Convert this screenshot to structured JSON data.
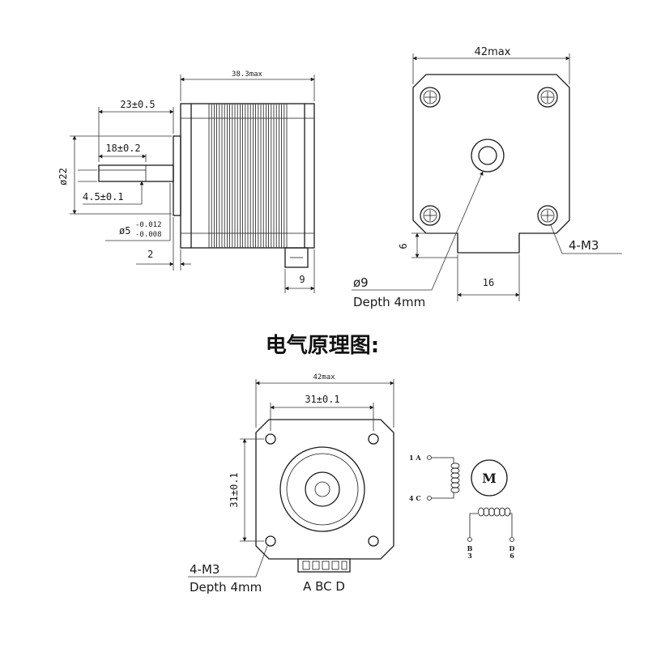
{
  "side_view": {
    "length_label": "38.3max",
    "shaft_length_label": "23±0.5",
    "flat_length_label": "18±0.2",
    "flat_depth_label": "4.5±0.1",
    "boss_diameter_label": "ø22",
    "shaft_diameter_label": "ø5",
    "shaft_tol_upper": "-0.012",
    "shaft_tol_lower": "-0.008",
    "boss_height_label": "2",
    "connector_width_label": "9"
  },
  "front_view": {
    "width_label": "42max",
    "hole_label": "ø9",
    "hole_depth_label": "Depth  4mm",
    "thread_label": "4-M3",
    "tab_height_label": "6",
    "tab_width_label": "16"
  },
  "section_title": "电气原理图:",
  "wiring_view": {
    "width_label": "42max",
    "hole_spacing_h_label": "31±0.1",
    "hole_spacing_v_label": "31±0.1",
    "thread_label": "4-M3",
    "depth_label": "Depth  4mm",
    "connector_pins_label": "A BC D",
    "motor_symbol": "M",
    "terminals": {
      "t1": "1 A",
      "t4": "4 C",
      "tb": "B",
      "t3": "3",
      "td": "D",
      "t6": "6"
    }
  }
}
